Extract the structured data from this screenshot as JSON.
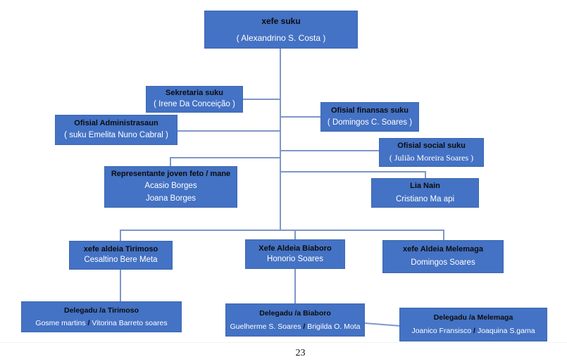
{
  "page": {
    "number": "23"
  },
  "colors": {
    "box_fill": "#4472C4",
    "box_border": "#3E68B0",
    "connector": "#7E97C9",
    "title_text": "#0c0c0c",
    "name_text": "#ffffff"
  },
  "org_chart": {
    "nodes": [
      {
        "id": "xefe-suku",
        "title": "xefe suku",
        "name": "( Alexandrino S. Costa )"
      },
      {
        "id": "sekretaria-suku",
        "title": "Sekretaria suku",
        "name": "( Irene Da Conceição )"
      },
      {
        "id": "ofisial-administrasaun",
        "title": "Ofisial Administrasaun",
        "name": "( suku Emelita Nuno Cabral )"
      },
      {
        "id": "ofisial-finansas-suku",
        "title": "Ofisial finansas suku",
        "name": "( Domingos C. Soares )"
      },
      {
        "id": "ofisial-social-suku",
        "title": "Ofisial social suku",
        "name": "( Julião Moreira Soares )"
      },
      {
        "id": "representante-joven",
        "title": "Representante joven feto / mane",
        "name": "Acasio Borges",
        "name2": "Joana Borges"
      },
      {
        "id": "lia-nain",
        "title": "Lia Nain",
        "name": "Cristiano Ma api"
      },
      {
        "id": "xefe-aldeia-tirimoso",
        "title": "xefe aldeia Tirimoso",
        "name": "Cesaltino Bere Meta"
      },
      {
        "id": "xefe-aldeia-biaboro",
        "title": "Xefe Aldeia Biaboro",
        "name": "Honorio Soares"
      },
      {
        "id": "xefe-aldeia-melemaga",
        "title": "xefe Aldeia Melemaga",
        "name": "Domingos Soares"
      },
      {
        "id": "delegadu-tirimoso",
        "title": "Delegadu /a Tirimoso",
        "name_a": "Gosme martins",
        "separator": "/",
        "name_b": "Vitorina Barreto soares"
      },
      {
        "id": "delegadu-biaboro",
        "title": "Delegadu /a Biaboro",
        "name_a": "Guelherme S. Soares",
        "separator": "/",
        "name_b": "Brigilda O. Mota"
      },
      {
        "id": "delegadu-melemaga",
        "title": "Delegadu /a Melemaga",
        "name_a": "Joanico Fransisco",
        "separator": "/",
        "name_b": "Joaquina S.gama"
      }
    ]
  }
}
